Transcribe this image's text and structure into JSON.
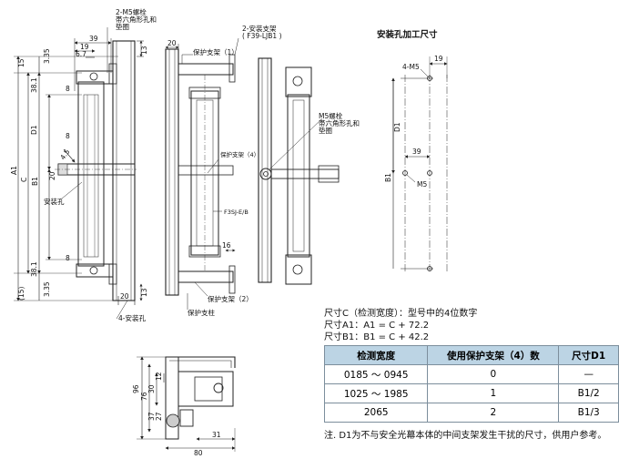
{
  "labels": {
    "bolt_top": "2-M5螺栓",
    "bolt_top_hex1": "帯六角形孔和",
    "bolt_top_hex2": "垫圈",
    "bracket_top": "2-安装支架",
    "bracket_top_model": "( F39-LJB1 )",
    "guard_1": "保护支架（1）",
    "guard_4": "保护支架（4）",
    "guard_2": "保护支架（2）",
    "guard_post": "保护支柱",
    "model_f3sj": "F3SJ-E/B",
    "mount_hole_left": "安装孔",
    "mount_holes_4": "4-安装孔",
    "bolt_mid": "M5螺栓",
    "bolt_mid_hex1": "帯六角形孔和",
    "bolt_mid_hex2": "垫圈",
    "mount_title": "安装孔加工尺寸",
    "m5_4": "4-M5",
    "m5": "M5"
  },
  "dimensions": {
    "d39": "39",
    "d19": "19",
    "d67": "6.7",
    "d15": "15",
    "d335": "3.35",
    "d381": "38.1",
    "d8": "8",
    "dD1": "D1",
    "dC": "C",
    "dA1": "A1",
    "dB1": "B1",
    "d20": "20",
    "d455": "4.5",
    "d15b": "(15)",
    "d13": "13",
    "d16": "16",
    "d96": "96",
    "d76": "76",
    "d30": "30",
    "d12": "12",
    "d37": "37",
    "d27": "27",
    "d80": "80",
    "d31": "31"
  },
  "notes": [
    "尺寸C（检测宽度）：型号中的4位数字",
    "尺寸A1：A1 = C + 72.2",
    "尺寸B1：B1 = C + 42.2"
  ],
  "table": {
    "headers": [
      "检测宽度",
      "使用保护支架（4）数",
      "尺寸D1"
    ],
    "rows": [
      [
        "0185 ～ 0945",
        "0",
        "—"
      ],
      [
        "1025 ～ 1985",
        "1",
        "B1/2"
      ],
      [
        "2065",
        "2",
        "B1/3"
      ]
    ]
  },
  "footnote": "注. D1为不与安全光幕本体的中间支架发生干扰的尺寸，供用户参考。"
}
